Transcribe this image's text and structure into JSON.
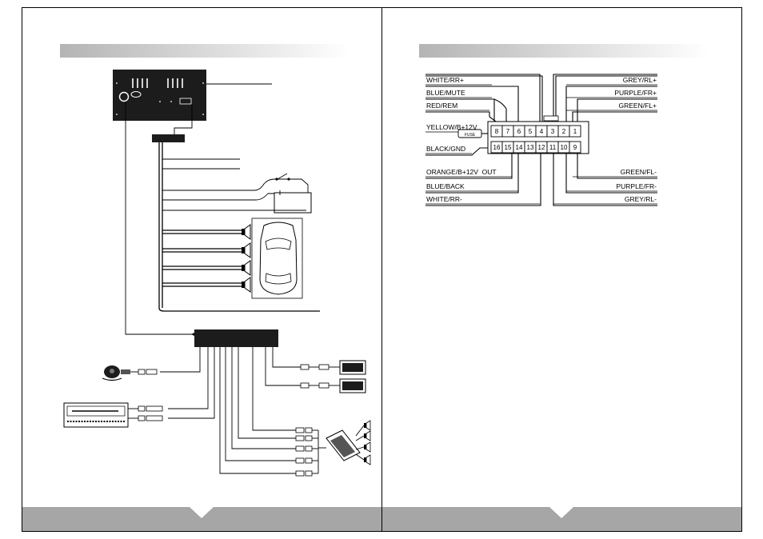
{
  "connector": {
    "top_pins": [
      "8",
      "7",
      "6",
      "5",
      "4",
      "3",
      "2",
      "1"
    ],
    "bottom_pins": [
      "16",
      "15",
      "14",
      "13",
      "12",
      "11",
      "10",
      "9"
    ],
    "fuse_label": "FUSE",
    "left_labels": [
      "WHITE/RR+",
      "BLUE/MUTE",
      "RED/REM",
      "YELLOW/B+12V",
      "BLACK/GND",
      "ORANGE/B+12V  OUT",
      "BLUE/BACK",
      "WHITE/RR-"
    ],
    "right_labels": [
      "GREY/RL+",
      "PURPLE/FR+",
      "GREEN/FL+",
      "GREEN/FL-",
      "PURPLE/FR-",
      "GREY/RL-"
    ]
  },
  "colors": {
    "frame": "#000000",
    "banner_start": "#b4b4b4",
    "banner_end": "#ffffff",
    "footer": "#a6a6a6",
    "unit_body": "#1c1c1c"
  }
}
